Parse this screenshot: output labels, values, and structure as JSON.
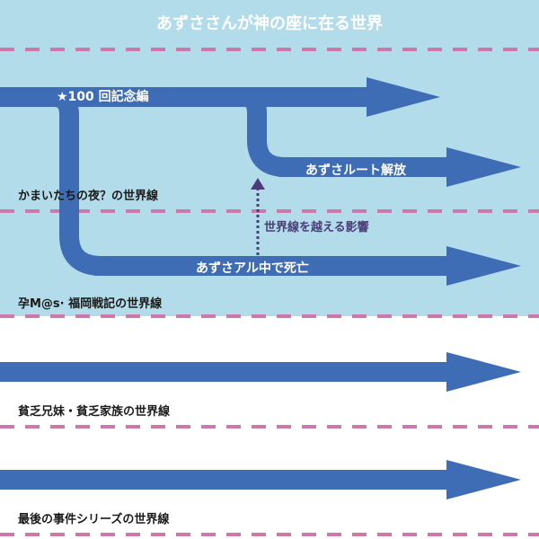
{
  "title": "あずささんが神の座に在る世界",
  "colors": {
    "sky": "#b3dcea",
    "arrow": "#3f6db5",
    "dash": "#cc78aa",
    "dotted": "#4d3b78"
  },
  "labels": {
    "milestone": "★100 回記念編",
    "route": "あずさルート解放",
    "influence": "世界線を越える影響",
    "death": "あずさアル中で死亡"
  },
  "worldlines": [
    "かまいたちの夜？の世界線",
    "孕M@s· 福岡戦記の世界線",
    "貧乏兄妹・貧乏家族の世界線",
    "最後の事件シリーズの世界線"
  ]
}
